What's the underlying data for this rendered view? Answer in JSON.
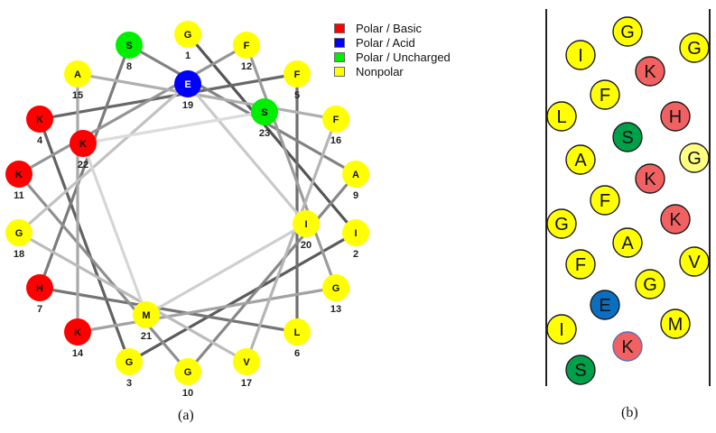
{
  "panel_a": {
    "caption": "(a)",
    "legend": [
      {
        "label": "Polar / Basic",
        "color": "#ff0000"
      },
      {
        "label": "Polar / Acid",
        "color": "#0000ff"
      },
      {
        "label": "Polar / Uncharged",
        "color": "#00ee00"
      },
      {
        "label": "Nonpolar",
        "color": "#ffff00"
      }
    ],
    "category_colors": {
      "basic": "#ff0000",
      "acid": "#0000ff",
      "uncharged": "#00ee00",
      "nonpolar": "#ffff00"
    },
    "residues": [
      {
        "num": 1,
        "aa": "G",
        "cat": "nonpolar"
      },
      {
        "num": 2,
        "aa": "I",
        "cat": "nonpolar"
      },
      {
        "num": 3,
        "aa": "G",
        "cat": "nonpolar"
      },
      {
        "num": 4,
        "aa": "K",
        "cat": "basic"
      },
      {
        "num": 5,
        "aa": "F",
        "cat": "nonpolar"
      },
      {
        "num": 6,
        "aa": "L",
        "cat": "nonpolar"
      },
      {
        "num": 7,
        "aa": "H",
        "cat": "basic"
      },
      {
        "num": 8,
        "aa": "S",
        "cat": "uncharged"
      },
      {
        "num": 9,
        "aa": "A",
        "cat": "nonpolar"
      },
      {
        "num": 10,
        "aa": "G",
        "cat": "nonpolar"
      },
      {
        "num": 11,
        "aa": "K",
        "cat": "basic"
      },
      {
        "num": 12,
        "aa": "F",
        "cat": "nonpolar"
      },
      {
        "num": 13,
        "aa": "G",
        "cat": "nonpolar"
      },
      {
        "num": 14,
        "aa": "K",
        "cat": "basic"
      },
      {
        "num": 15,
        "aa": "A",
        "cat": "nonpolar"
      },
      {
        "num": 16,
        "aa": "F",
        "cat": "nonpolar"
      },
      {
        "num": 17,
        "aa": "V",
        "cat": "nonpolar"
      },
      {
        "num": 18,
        "aa": "G",
        "cat": "nonpolar"
      },
      {
        "num": 19,
        "aa": "E",
        "cat": "acid"
      },
      {
        "num": 20,
        "aa": "I",
        "cat": "nonpolar"
      },
      {
        "num": 21,
        "aa": "M",
        "cat": "nonpolar"
      },
      {
        "num": 22,
        "aa": "K",
        "cat": "basic"
      },
      {
        "num": 23,
        "aa": "S",
        "cat": "uncharged"
      }
    ]
  },
  "panel_b": {
    "caption": "(b)",
    "category_colors": {
      "basic": "#f26161",
      "acid": "#0b6fc1",
      "uncharged": "#00a04a",
      "nonpolar": "#ffff00",
      "nonpolar_light": "#ffff80"
    },
    "residues": [
      {
        "aa": "G",
        "cat": "nonpolar"
      },
      {
        "aa": "I",
        "cat": "nonpolar"
      },
      {
        "aa": "G",
        "cat": "nonpolar"
      },
      {
        "aa": "K",
        "cat": "basic"
      },
      {
        "aa": "F",
        "cat": "nonpolar"
      },
      {
        "aa": "L",
        "cat": "nonpolar"
      },
      {
        "aa": "H",
        "cat": "basic"
      },
      {
        "aa": "S",
        "cat": "uncharged"
      },
      {
        "aa": "A",
        "cat": "nonpolar"
      },
      {
        "aa": "G",
        "cat": "nonpolar_light"
      },
      {
        "aa": "K",
        "cat": "basic"
      },
      {
        "aa": "F",
        "cat": "nonpolar"
      },
      {
        "aa": "G",
        "cat": "nonpolar"
      },
      {
        "aa": "K",
        "cat": "basic"
      },
      {
        "aa": "A",
        "cat": "nonpolar"
      },
      {
        "aa": "F",
        "cat": "nonpolar"
      },
      {
        "aa": "V",
        "cat": "nonpolar"
      },
      {
        "aa": "G",
        "cat": "nonpolar"
      },
      {
        "aa": "E",
        "cat": "acid"
      },
      {
        "aa": "I",
        "cat": "nonpolar"
      },
      {
        "aa": "M",
        "cat": "nonpolar"
      },
      {
        "aa": "K",
        "cat": "basic"
      },
      {
        "aa": "S",
        "cat": "uncharged"
      }
    ]
  }
}
